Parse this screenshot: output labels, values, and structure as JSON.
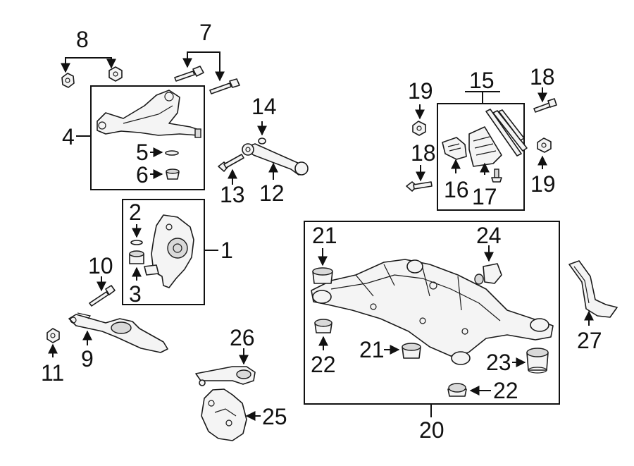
{
  "callouts": {
    "c1": "1",
    "c2": "2",
    "c3": "3",
    "c4": "4",
    "c5": "5",
    "c6": "6",
    "c7": "7",
    "c8": "8",
    "c9": "9",
    "c10": "10",
    "c11": "11",
    "c12": "12",
    "c13": "13",
    "c14": "14",
    "c15": "15",
    "c16": "16",
    "c17": "17",
    "c18a": "18",
    "c18b": "18",
    "c19a": "19",
    "c19b": "19",
    "c20": "20",
    "c21a": "21",
    "c21b": "21",
    "c22a": "22",
    "c22b": "22",
    "c23": "23",
    "c24": "24",
    "c25": "25",
    "c26": "26",
    "c27": "27"
  }
}
